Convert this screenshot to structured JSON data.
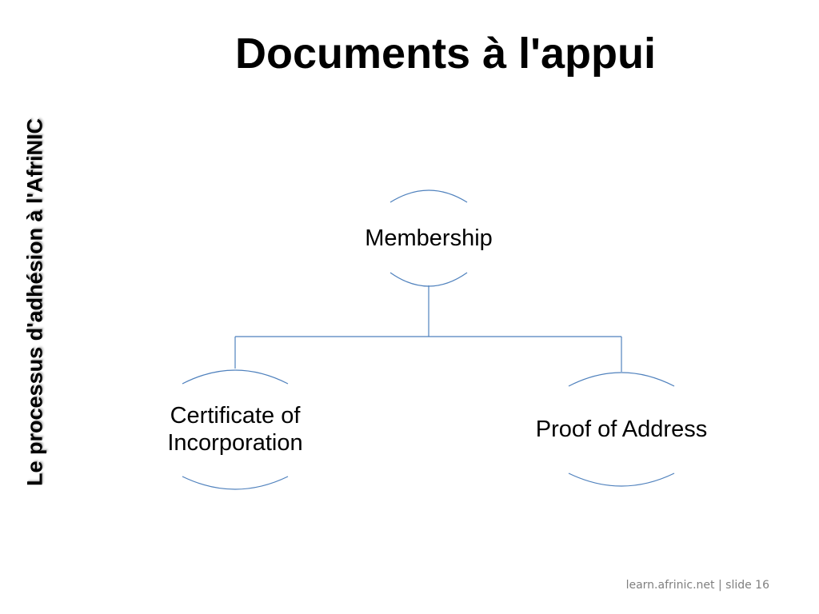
{
  "slide": {
    "title": "Documents à l'appui",
    "side_title": "Le processus d'adhésion à l'AfriNIC",
    "footer": "learn.afrinic.net | slide 16"
  },
  "diagram": {
    "type": "hierarchy",
    "line_color": "#4f81bd",
    "root": {
      "label": "Membership"
    },
    "children": [
      {
        "label_line1": "Certificate of",
        "label_line2": "Incorporation"
      },
      {
        "label": "Proof of Address"
      }
    ]
  }
}
